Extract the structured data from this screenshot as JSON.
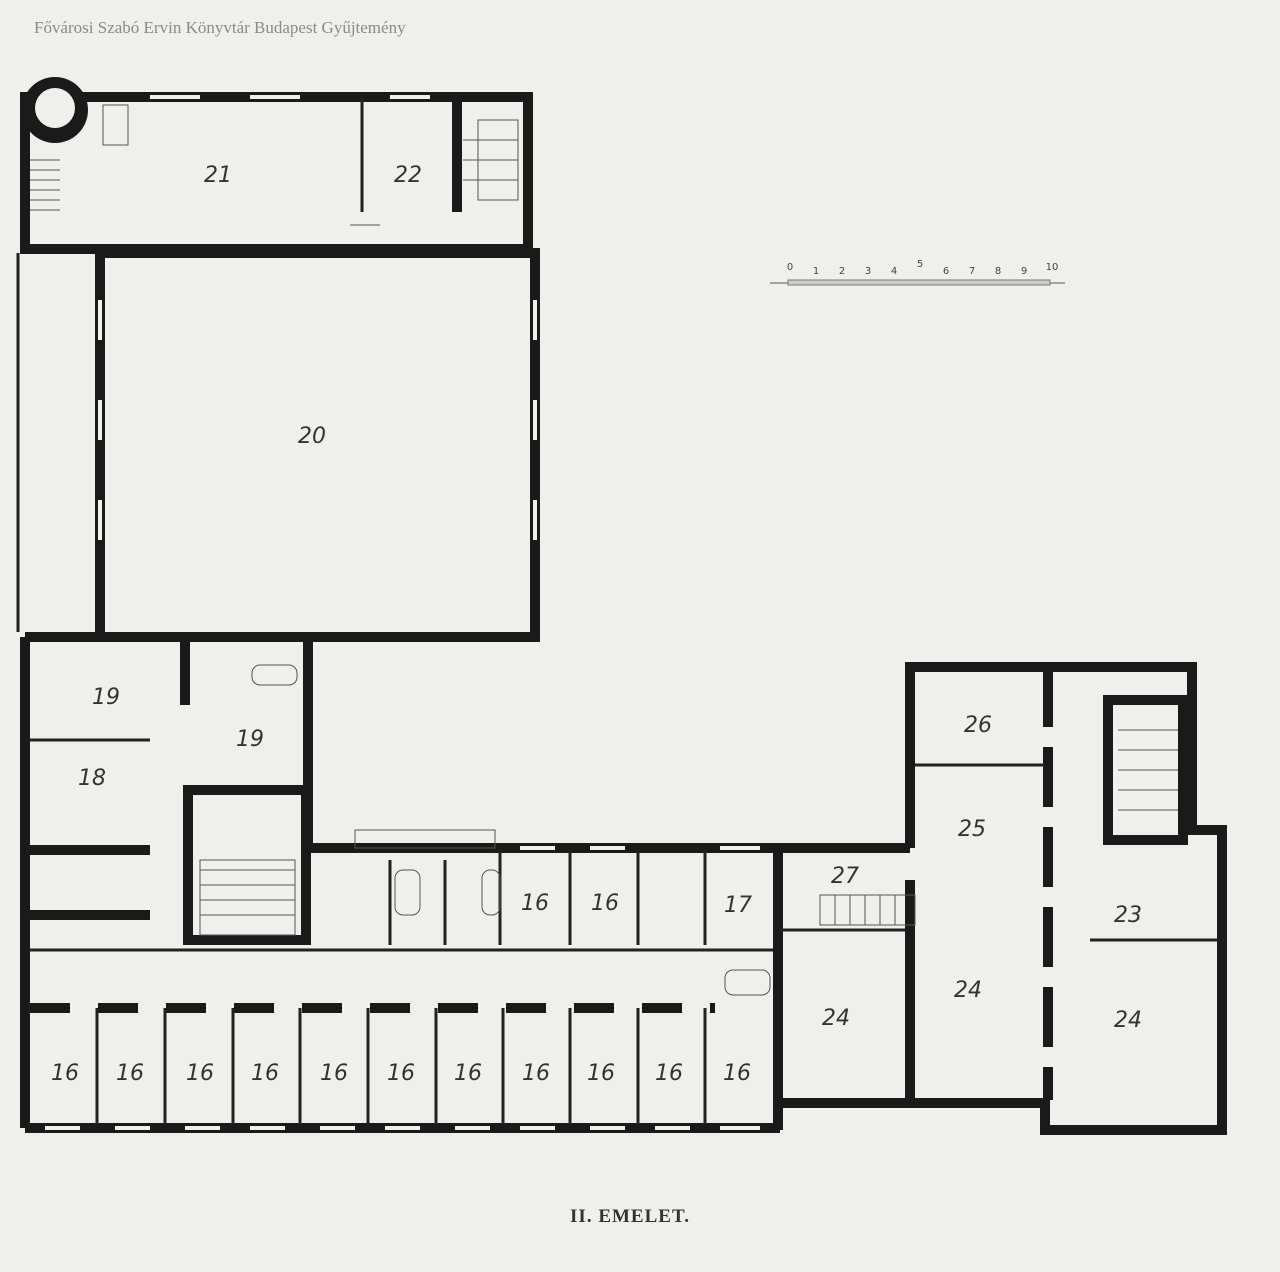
{
  "watermark": "Fővárosi Szabó Ervin Könyvtár Budapest Gyűjtemény",
  "caption": "II. EMELET.",
  "scale_bar": {
    "ticks": [
      "0",
      "1",
      "2",
      "3",
      "4",
      "5",
      "6",
      "7",
      "8",
      "9",
      "10"
    ]
  },
  "rooms": {
    "r21": "21",
    "r22": "22",
    "r20": "20",
    "r19a": "19",
    "r19b": "19",
    "r18": "18",
    "r16_top": [
      "16",
      "16"
    ],
    "r17": "17",
    "r16_row": [
      "16",
      "16",
      "16",
      "16",
      "16",
      "16",
      "16",
      "16",
      "16",
      "16",
      "16"
    ],
    "r27": "27",
    "r26": "26",
    "r25": "25",
    "r23": "23",
    "r24": [
      "24",
      "24",
      "24"
    ]
  }
}
